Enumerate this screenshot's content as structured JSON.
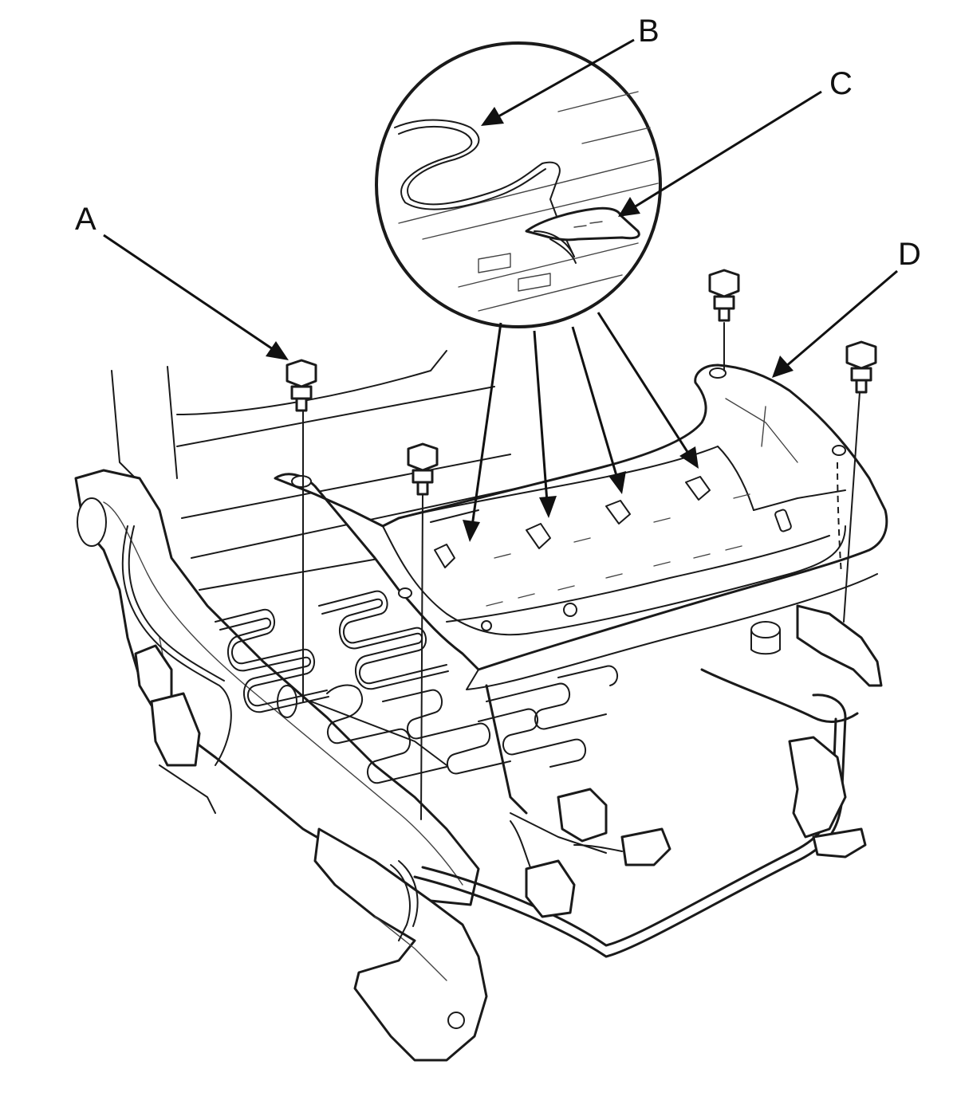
{
  "labels": {
    "a": "A",
    "b": "B",
    "c": "C",
    "d": "D"
  },
  "colors": {
    "line": "#1a1a1a",
    "background": "#ffffff"
  }
}
